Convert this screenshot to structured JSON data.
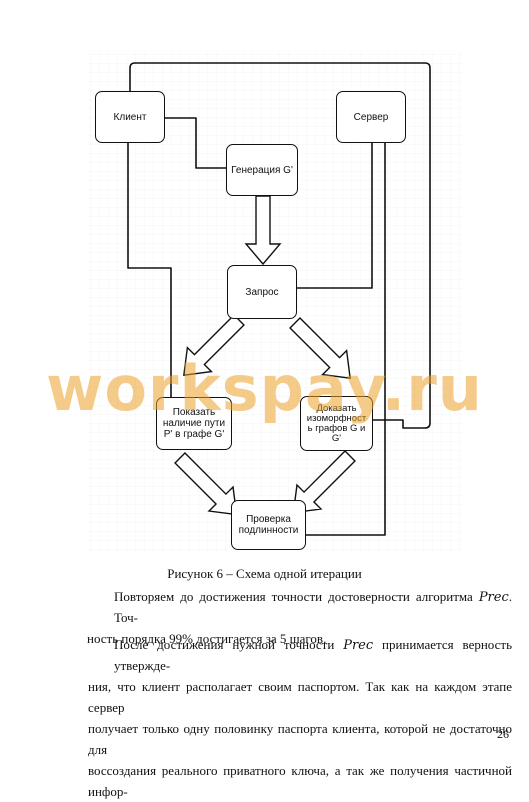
{
  "diagram": {
    "client": "Клиент",
    "server": "Сервер",
    "generation": "Генерация G'",
    "request": "Запрос",
    "show_path": "Показать\nналичие пути\nP' в графе G'",
    "show_iso": "Доказать\nизоморфност\nь графов G и\nG'",
    "verify": "Проверка\nподлинности"
  },
  "watermark": "workspay.ru",
  "caption": "Рисунок 6 – Схема одной итерации",
  "paragraph1": {
    "line1": "Повторяем до достижения точности достоверности алгоритма 𝑃𝑟𝑒𝑐. Точ-",
    "line2": "ность порядка 99% достигается за 5 шагов."
  },
  "paragraph2": {
    "line1": "После достижения нужной точности 𝑃𝑟𝑒𝑐 принимается верность утвержде-",
    "line2": "ния, что клиент располагает своим паспортом.  Так как на каждом этапе сервер",
    "line3": "получает только одну половинку паспорта клиента, которой не достаточно для",
    "line4": "воссоздания реального приватного ключа, а так же получения частичной инфор-"
  },
  "page_number": "26"
}
